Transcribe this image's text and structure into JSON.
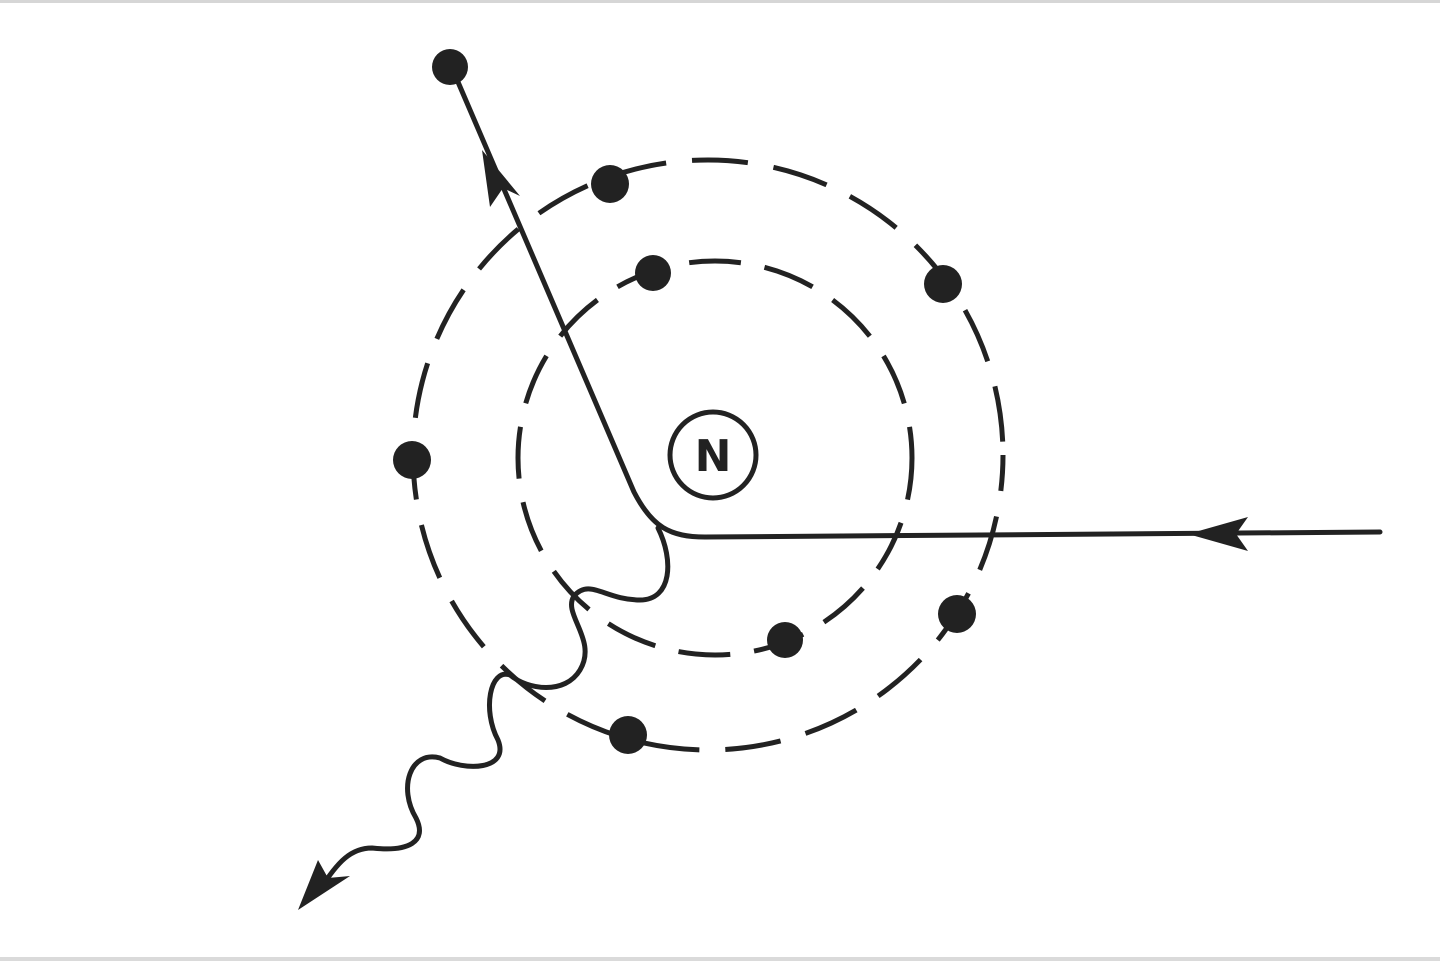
{
  "diagram": {
    "nucleus": {
      "label": "N"
    },
    "shells": [
      {
        "name": "inner-shell",
        "electrons": 2
      },
      {
        "name": "outer-shell",
        "electrons": 5
      }
    ],
    "paths": [
      {
        "name": "incident-electron-path",
        "label": ""
      },
      {
        "name": "deflected-electron-path",
        "label": ""
      },
      {
        "name": "emitted-photon-path",
        "label": ""
      }
    ],
    "colors": {
      "ink": "#222222",
      "background": "#ffffff"
    }
  }
}
